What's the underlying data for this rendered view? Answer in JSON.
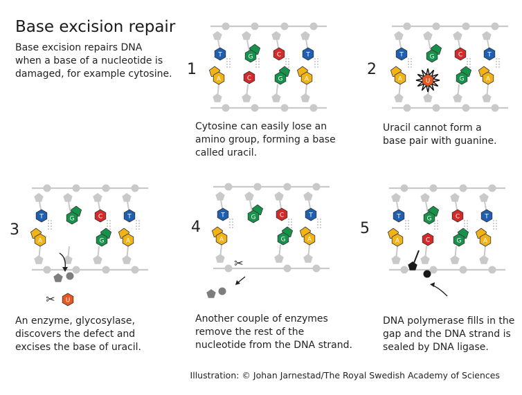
{
  "header": {
    "title": "Base excision repair",
    "intro_lines": [
      "Base excision repairs DNA",
      "when a base of a nucleotide is",
      "damaged, for example cytosine."
    ]
  },
  "steps": [
    {
      "number": "1",
      "caption_lines": [
        "Cytosine can easily lose an",
        "amino group, forming a base",
        "called uracil."
      ]
    },
    {
      "number": "2",
      "caption_lines": [
        "Uracil cannot form a",
        "base pair with guanine."
      ]
    },
    {
      "number": "3",
      "caption_lines": [
        "An enzyme, glycosylase,",
        "discovers the defect and",
        "excises the base of uracil."
      ]
    },
    {
      "number": "4",
      "caption_lines": [
        "Another couple of enzymes",
        "remove the rest of the",
        "nucleotide from the DNA strand."
      ]
    },
    {
      "number": "5",
      "caption_lines": [
        "DNA polymerase fills in the",
        "gap and the DNA strand is",
        "sealed by DNA ligase."
      ]
    }
  ],
  "bases": {
    "T": "T",
    "G": "G",
    "C": "C",
    "A": "A",
    "U": "U"
  },
  "colors": {
    "thymine": "#1f5fb0",
    "guanine": "#16924a",
    "cytosine": "#d42a2a",
    "adenine": "#f2b316",
    "uracil": "#e8571f",
    "backbone": "#c9c9c9",
    "backbone_dark": "#7d7d7d",
    "new_nucleotide": "#1a1a1a"
  },
  "credit": "Illustration: © Johan Jarnestad/The Royal Swedish Academy of Sciences"
}
